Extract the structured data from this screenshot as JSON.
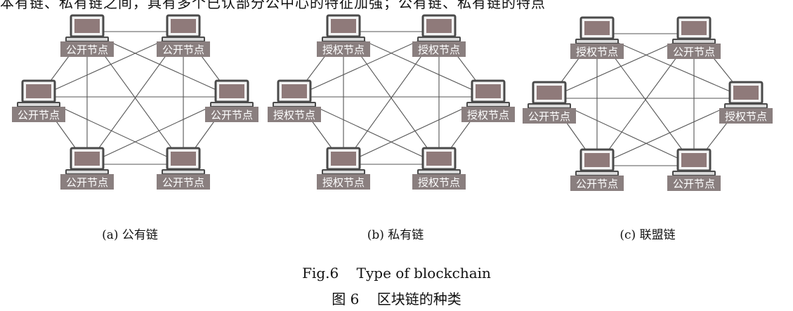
{
  "top_text": "本有链、私有链之间，具有多个已认部分公中心的特征加强；公有链、私有链的特点",
  "panels": [
    {
      "caption_letter": "(a)",
      "caption_text": "公有链",
      "node_labels": [
        "公开节点",
        "公开节点",
        "公开节点",
        "公开节点",
        "公开节点",
        "公开节点"
      ]
    },
    {
      "caption_letter": "(b)",
      "caption_text": "私有链",
      "node_labels": [
        "授权节点",
        "授权节点",
        "授权节点",
        "授权节点",
        "授权节点",
        "授权节点"
      ]
    },
    {
      "caption_letter": "(c)",
      "caption_text": "联盟链",
      "node_labels": [
        "授权节点",
        "公开节点",
        "公开节点",
        "授权节点",
        "公开节点",
        "公开节点"
      ]
    }
  ],
  "caption_en": "Fig.6    Type of blockchain",
  "caption_cn": "图 6    区块链的种类",
  "colors": {
    "label_bg": "#8a7f7f",
    "screen": "#8f7a7a",
    "laptop_frame": "#4a4a4a",
    "edge": "#555555"
  },
  "icons": {
    "node": "laptop-icon"
  }
}
